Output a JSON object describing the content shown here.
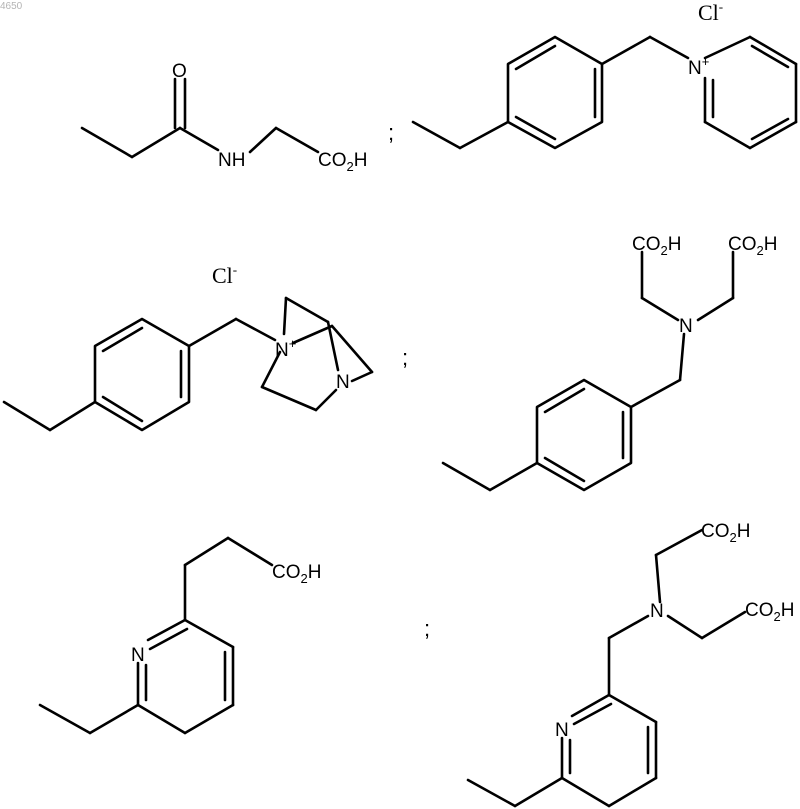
{
  "page_label": "4650",
  "separator": ";",
  "structures": [
    {
      "id": "s1",
      "labels": {
        "oxygen": "O",
        "amide_nh": "NH",
        "acid_prefix": "CO",
        "acid_sub": "2",
        "acid_suffix": "H"
      }
    },
    {
      "id": "s2",
      "labels": {
        "counterion": "Cl",
        "counterion_charge": "-",
        "nitrogen": "N",
        "nitrogen_charge": "+"
      }
    },
    {
      "id": "s3",
      "labels": {
        "counterion": "Cl",
        "counterion_charge": "-",
        "quat_n": "N",
        "quat_charge": "+",
        "bridge_n": "N"
      }
    },
    {
      "id": "s4",
      "labels": {
        "nitrogen": "N",
        "acid_prefix": "CO",
        "acid_sub": "2",
        "acid_suffix": "H"
      }
    },
    {
      "id": "s5",
      "labels": {
        "ring_n": "N",
        "acid_prefix": "CO",
        "acid_sub": "2",
        "acid_suffix": "H"
      }
    },
    {
      "id": "s6",
      "labels": {
        "nitrogen": "N",
        "ring_n": "N",
        "acid_prefix": "CO",
        "acid_sub": "2",
        "acid_suffix": "H"
      }
    }
  ]
}
